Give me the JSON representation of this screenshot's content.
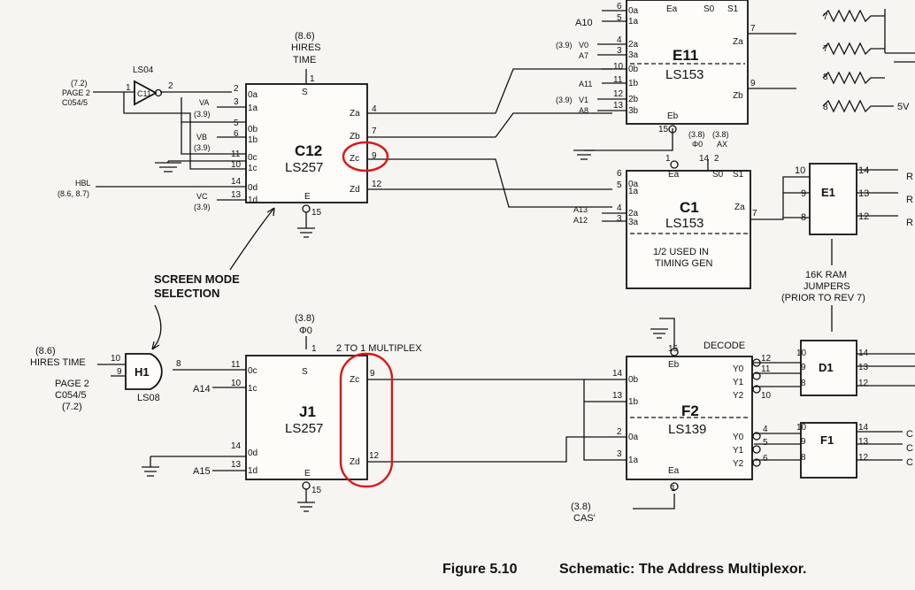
{
  "caption": {
    "figure": "Figure 5.10",
    "title": "Schematic: The Address Multiplexor."
  },
  "annotations": {
    "screen_mode_line1": "SCREEN MODE",
    "screen_mode_line2": "SELECTION",
    "two_to_one": "2 TO 1 MULTIPLEX",
    "decode": "DECODE",
    "jumpers_line1": "16K RAM",
    "jumpers_line2": "JUMPERS",
    "jumpers_line3": "(PRIOR TO REV 7)",
    "used_line1": "1/2 USED IN",
    "used_line2": "TIMING GEN",
    "five_v": "5V"
  },
  "chips": {
    "c12": {
      "ref": "C12",
      "part": "LS257"
    },
    "j1": {
      "ref": "J1",
      "part": "LS257"
    },
    "e11": {
      "ref": "E11",
      "part": "LS153"
    },
    "c1": {
      "ref": "C1",
      "part": "LS153"
    },
    "f2": {
      "ref": "F2",
      "part": "LS139"
    },
    "c11": {
      "ref": "C11",
      "part": "LS04"
    },
    "h1": {
      "ref": "H1",
      "part": "LS08"
    },
    "e1": {
      "ref": "E1"
    },
    "d1": {
      "ref": "D1"
    },
    "f1": {
      "ref": "F1"
    }
  },
  "signals": {
    "page2": "PAGE 2",
    "c054": "C054/5",
    "ref_72": "(7.2)",
    "ref_86": "(8.6)",
    "ref_39": "(3.9)",
    "ref_38": "(3.8)",
    "hires": "HIRES",
    "time": "TIME",
    "hires_time": "HIRES TIME",
    "va": "VA",
    "vb": "VB",
    "vc": "VC",
    "hbl": "HBL",
    "hbl_ref": "(8.6, 8.7)",
    "phi0": "Φ0",
    "ax": "AX",
    "cas": "CAS'",
    "a10": "A10",
    "a11": "A11",
    "a12": "A12",
    "a13": "A13",
    "a14": "A14",
    "a15": "A15",
    "a7": "A7",
    "a8": "A8",
    "v0": "V0",
    "v1": "V1"
  },
  "pins": {
    "s": "S",
    "e": "E",
    "ea": "Ea",
    "eb": "Eb",
    "s0": "S0",
    "s1": "S1",
    "za": "Za",
    "zb": "Zb",
    "zc": "Zc",
    "zd": "Zd",
    "0a": "0a",
    "1a": "1a",
    "0b": "0b",
    "1b": "1b",
    "0c": "0c",
    "1c": "1c",
    "0d": "0d",
    "1d": "1d",
    "2a": "2a",
    "3a": "3a",
    "2b": "2b",
    "3b": "3b",
    "y0": "Y0",
    "y1": "Y1",
    "y2": "Y2"
  },
  "right_edge": {
    "r": "R",
    "c": "C"
  }
}
